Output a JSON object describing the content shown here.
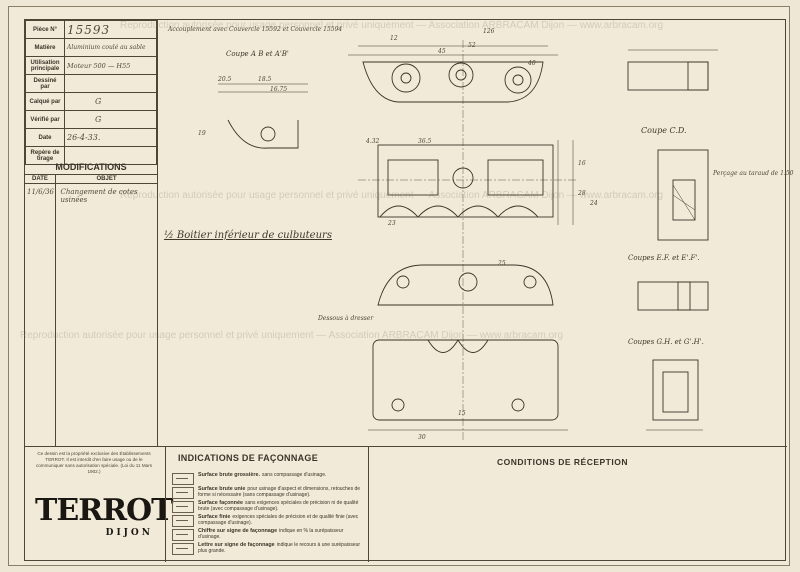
{
  "titleblock": {
    "rows": [
      {
        "label": "Pièce N°",
        "value": "15593"
      },
      {
        "label": "Matière",
        "value": "Aluminium coulé au sable"
      },
      {
        "label": "Utilisation principale",
        "value": "Moteur 500 — H55"
      },
      {
        "label": "Dessiné par",
        "value": ""
      },
      {
        "label": "Calqué par",
        "value": "G"
      },
      {
        "label": "Vérifié par",
        "value": "G"
      },
      {
        "label": "Date",
        "value": "26-4-33."
      },
      {
        "label": "Repère de tirage",
        "value": ""
      }
    ]
  },
  "modifications": {
    "title": "MODIFICATIONS",
    "col_date": "DATE",
    "col_objet": "OBJET",
    "entries": [
      {
        "date": "11/6/36",
        "objet": "Changement de cotes usinées"
      }
    ]
  },
  "drawing": {
    "header_note": "Accouplement avec Couvercle 15592 et Couvercle 15594",
    "coupe_ab": "Coupe A B et A'B'",
    "coupe_cd": "Coupe C.D.",
    "coupes_ef": "Coupes E.F. et E'.F'.",
    "coupes_gh": "Coupes G.H. et G'.H'.",
    "main_title": "½ Boitier inférieur de culbuteurs",
    "note_percage": "Perçage au taraud de 1.50",
    "note_dessus": "Dessous à dresser",
    "dims": [
      "20.5",
      "18.5",
      "16.75",
      "12",
      "19",
      "45",
      "40",
      "52",
      "126",
      "36.5",
      "23",
      "4.32",
      "16",
      "28",
      "24",
      "15",
      "30",
      "25"
    ]
  },
  "bottom": {
    "legal": "Ce dessin est la propriété exclusive des Établissements TERROT. Il est interdit d'en faire usage ou de le communiquer sans autorisation spéciale. (Loi du 11 Mars 1902.)",
    "logo_word": "TERROT",
    "logo_city": "DIJON",
    "faconnage_title": "INDICATIONS DE FAÇONNAGE",
    "faconnage": [
      {
        "name": "Surface brute grossière.",
        "desc": "sans compassage d'usinage."
      },
      {
        "name": "Surface brute unie",
        "desc": "pour usinage d'aspect et dimensions, retouches de forme si nécessaire (sans compassage d'usinage)."
      },
      {
        "name": "Surface façonnée",
        "desc": "sans exigences spéciales de précision ni de qualité brute (avec compassage d'usinage)."
      },
      {
        "name": "Surface finie",
        "desc": "exigences spéciales de précision et de qualité finie (avec compassage d'usinage)."
      },
      {
        "name": "Chiffre sur signe de façonnage",
        "desc": "indique en % la surépaisseur d'usinage."
      },
      {
        "name": "Lettre sur signe de façonnage",
        "desc": "indique le recours à une surépaisseur plus grande."
      }
    ],
    "reception_title": "CONDITIONS DE RÉCEPTION"
  },
  "watermark": "Reproduction autorisée pour usage personnel et privé uniquement — Association ARBRACAM Dijon — www.arbracam.org"
}
